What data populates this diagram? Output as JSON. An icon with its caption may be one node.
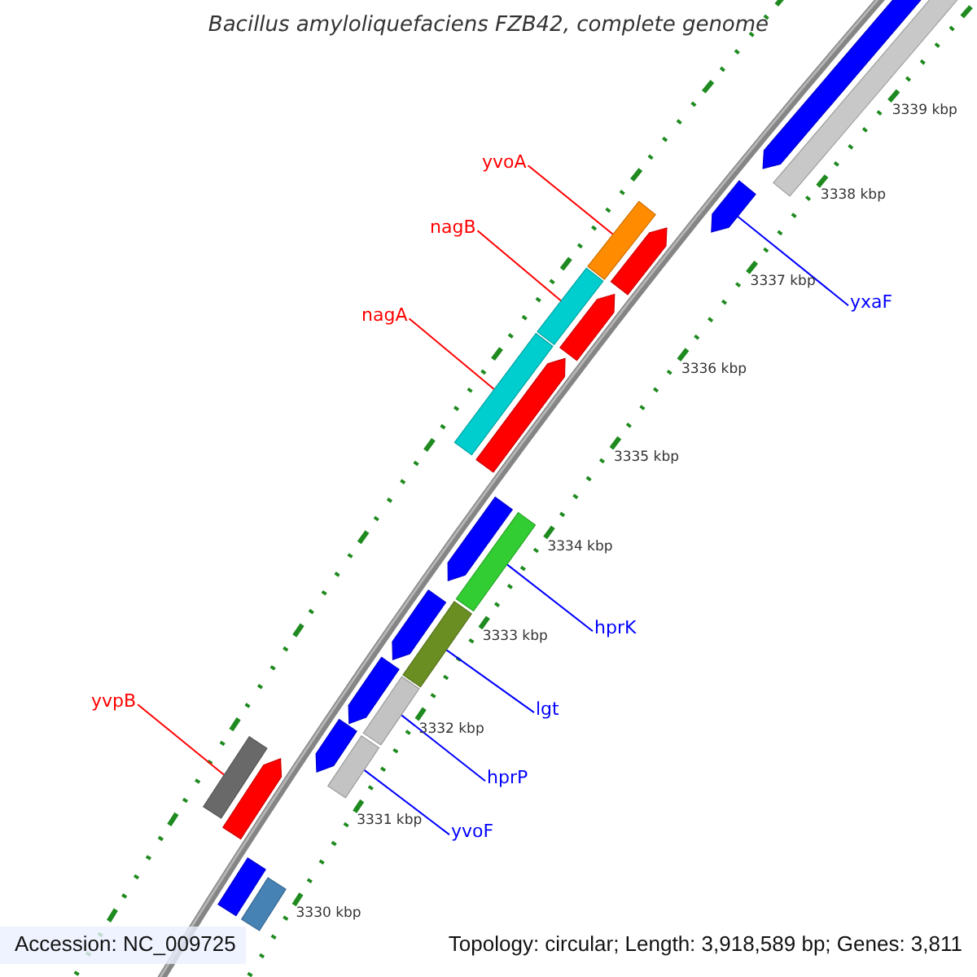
{
  "diagram": {
    "title": "Bacillus amyloliquefaciens FZB42, complete genome",
    "nodes": [
      {
        "text": [
          "yvoA"
        ]
      },
      {
        "text": [
          "nagB"
        ]
      },
      {
        "text": [
          "yxaF"
        ]
      },
      {
        "text": [
          "nagA"
        ]
      },
      {
        "text": [
          "hprK"
        ]
      },
      {
        "text": [
          "yvpB"
        ]
      },
      {
        "text": [
          "lgt"
        ]
      },
      {
        "text": [
          "hprP"
        ]
      },
      {
        "text": [
          "yvoF"
        ]
      },
      {
        "text": [],
        "shape": "arrow"
      },
      {
        "text": [],
        "shape": "arrow"
      },
      {
        "text": [],
        "shape": "arrow"
      },
      {
        "text": [],
        "shape": "arrow"
      },
      {
        "text": [],
        "shape": "arrow"
      },
      {
        "text": [],
        "shape": "arrow"
      },
      {
        "text": [],
        "shape": "arrow"
      },
      {
        "text": [],
        "shape": "arrow"
      },
      {
        "text": [],
        "shape": "arrow"
      },
      {
        "text": [],
        "shape": "arrow"
      },
      {
        "text": [],
        "shape": "arrow"
      }
    ],
    "edges": [
      {
        "from": 0,
        "to": 9,
        "arrow": "none",
        "color": "#ff0000"
      },
      {
        "from": 1,
        "to": 10,
        "arrow": "none",
        "color": "#ff0000"
      },
      {
        "from": 2,
        "to": 11,
        "arrow": "none"
      },
      {
        "from": 3,
        "to": 12,
        "arrow": "none",
        "color": "#ff0000"
      },
      {
        "from": 4,
        "to": 13,
        "arrow": "none"
      },
      {
        "from": 5,
        "to": 14,
        "arrow": "none",
        "color": "#ff0000"
      },
      {
        "from": 6,
        "to": 15,
        "arrow": "none"
      },
      {
        "from": 7,
        "to": 16,
        "arrow": "none"
      },
      {
        "from": 8,
        "to": 17,
        "arrow": "none"
      }
    ],
    "labels": [
      "3339 kbp",
      "3338 kbp",
      "3337 kbp",
      "3336 kbp",
      "3335 kbp",
      "3334 kbp",
      "3333 kbp",
      "3332 kbp",
      "3331 kbp",
      "3330 kbp",
      "Accession: NC_009725",
      "Topology: circular; Length: 3,918,589 bp; Genes: 3,811"
    ]
  }
}
